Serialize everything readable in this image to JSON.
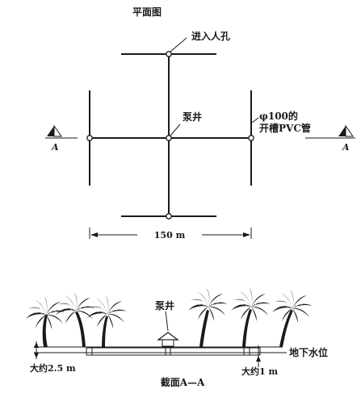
{
  "plan": {
    "title": "平面图",
    "manhole_label": "进入人孔",
    "well_label": "泵井",
    "pipe_label_line1": "φ100的",
    "pipe_label_line2": "开槽PVC管",
    "section_letter_left": "A",
    "section_letter_right": "A",
    "dimension_label": "150 m"
  },
  "section": {
    "well_label": "泵井",
    "groundwater_label": "地下水位",
    "depth_left_label": "大约2.5 m",
    "depth_right_label": "大约1 m",
    "caption": "截面A—A"
  },
  "colors": {
    "ink": "#1a1a1a",
    "background": "#ffffff"
  }
}
